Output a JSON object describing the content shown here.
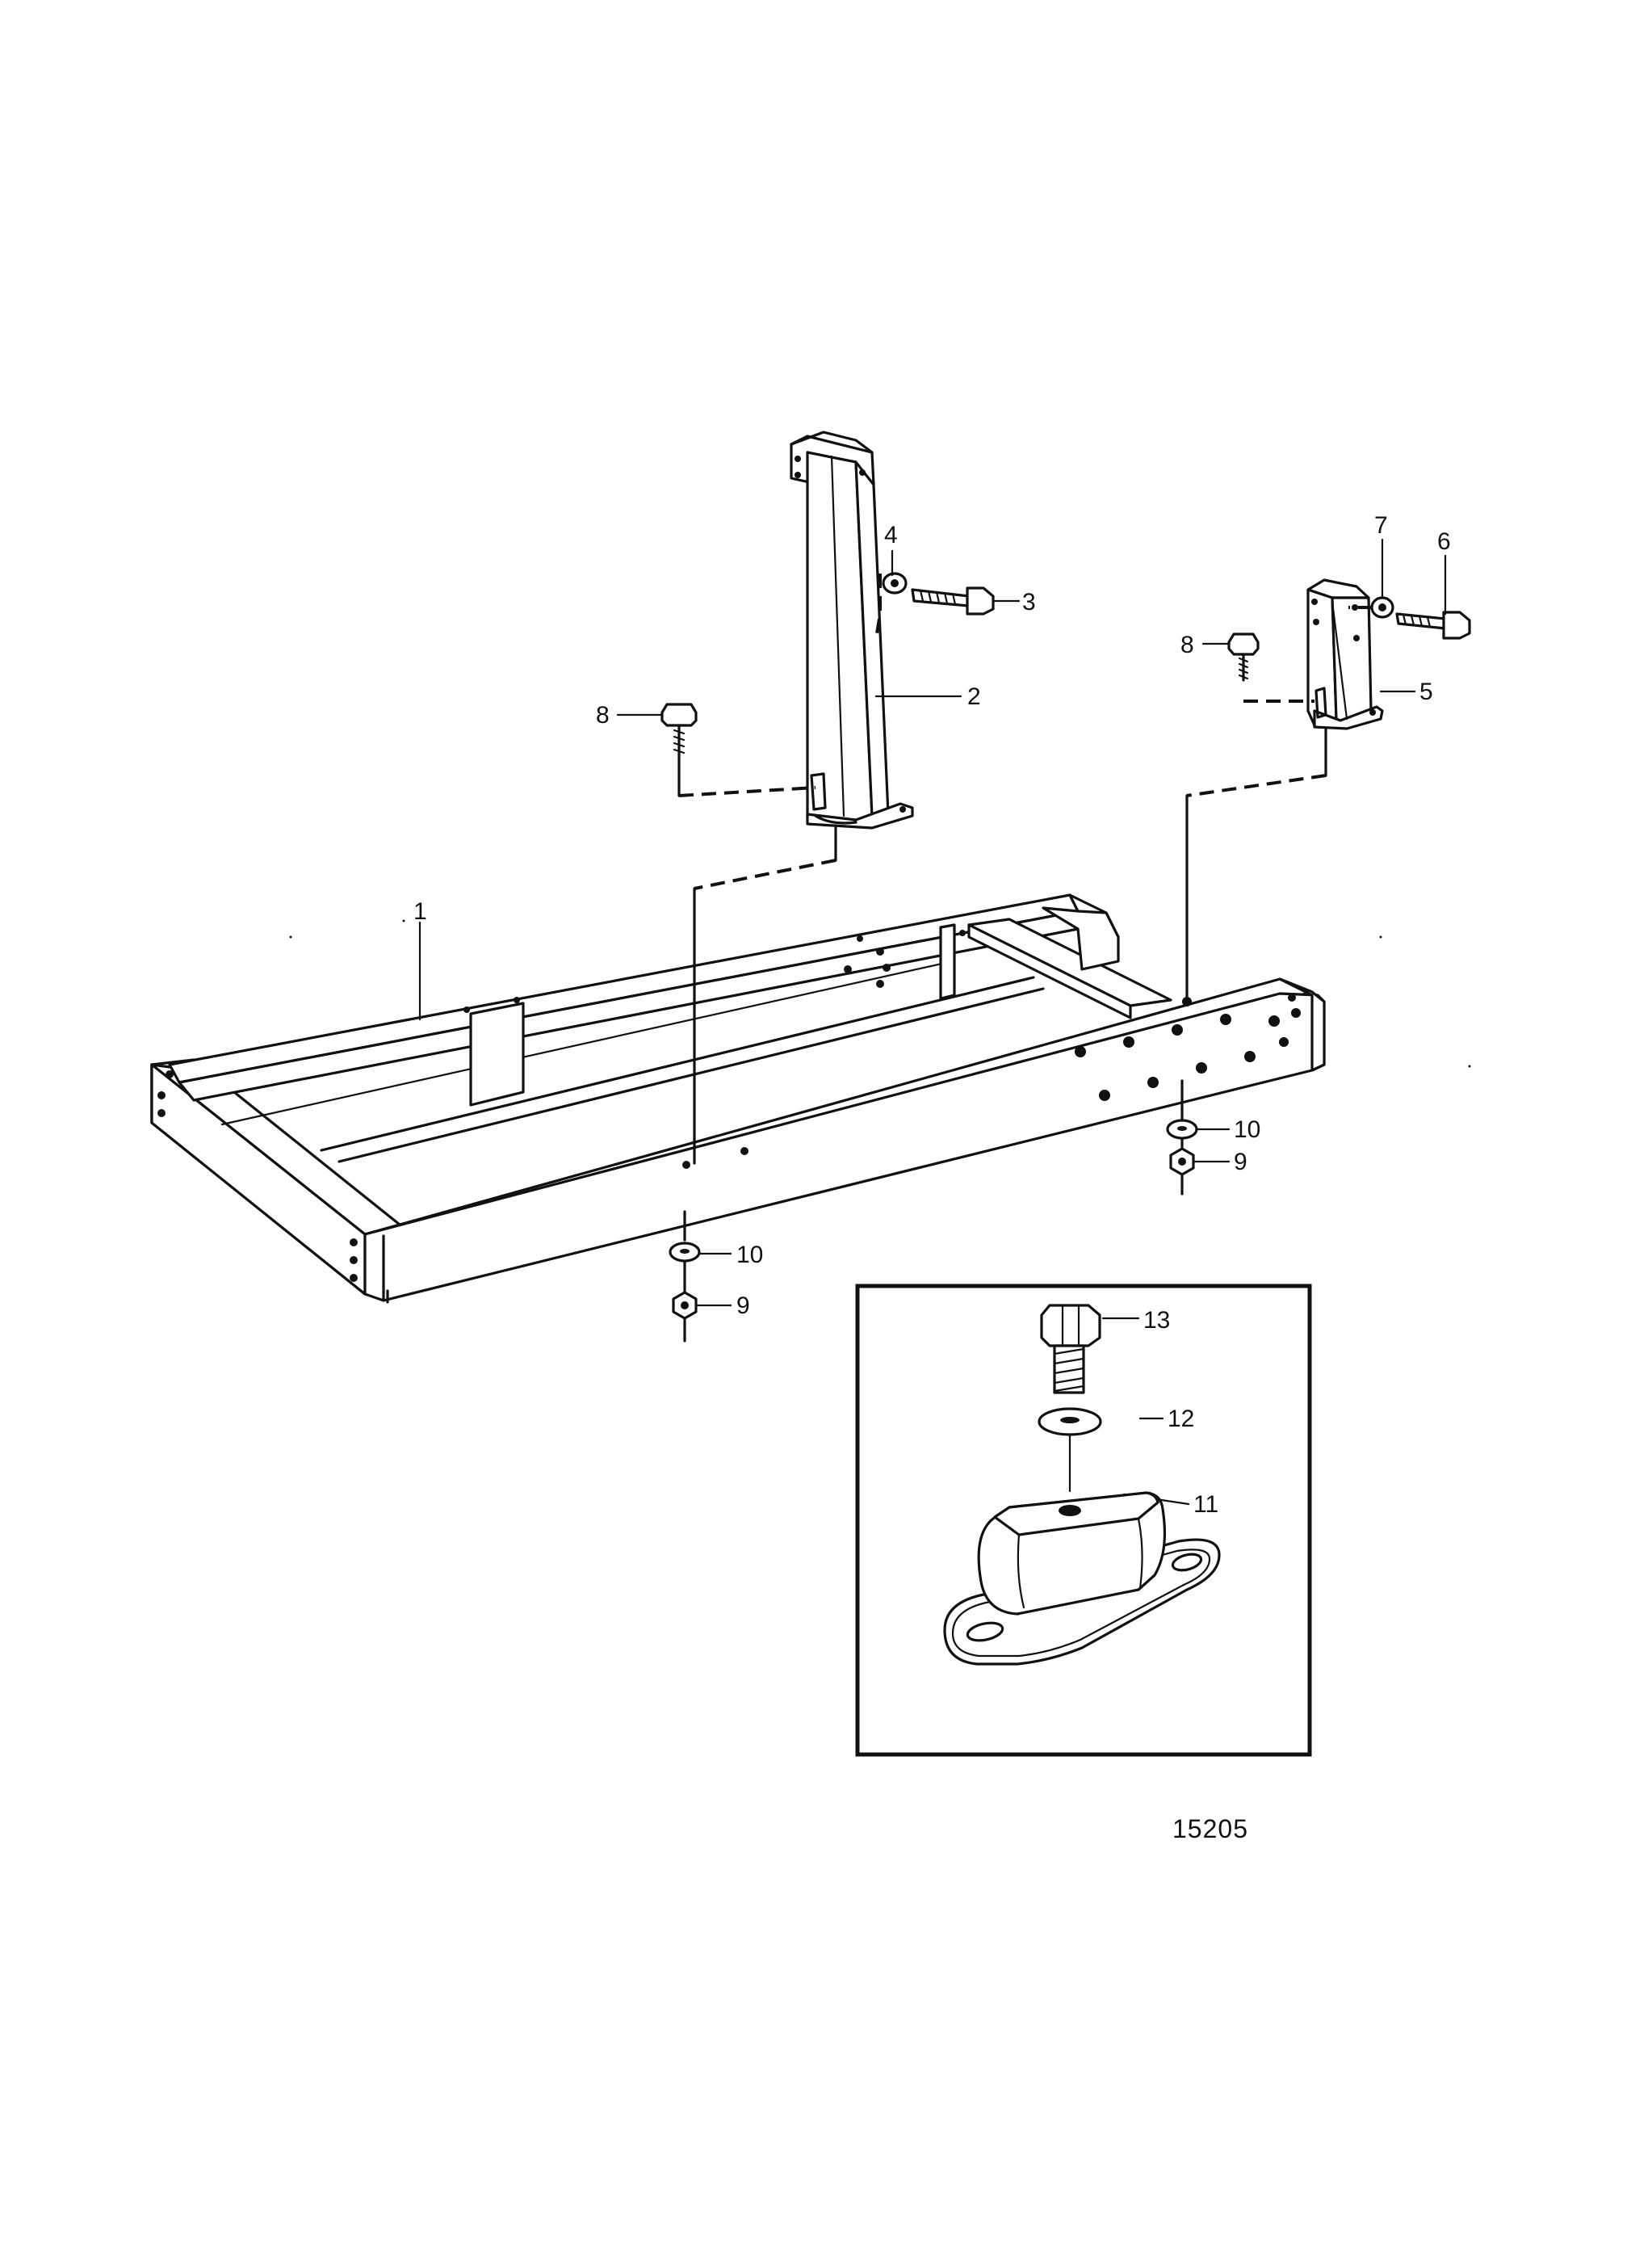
{
  "labels": {
    "p1": "1",
    "p2": "2",
    "p3": "3",
    "p4": "4",
    "p5": "5",
    "p6": "6",
    "p7": "7",
    "p8a": "8",
    "p8b": "8",
    "p9a": "9",
    "p9b": "9",
    "p10a": "10",
    "p10b": "10",
    "p11": "11",
    "p12": "12",
    "p13": "13"
  },
  "figure_number": "15205",
  "icons": {
    "frame": "engine-bed-frame",
    "bracket_front": "mounting-bracket",
    "bracket_rear": "mounting-bracket",
    "rubber_mount": "rubber-vibration-damper"
  }
}
